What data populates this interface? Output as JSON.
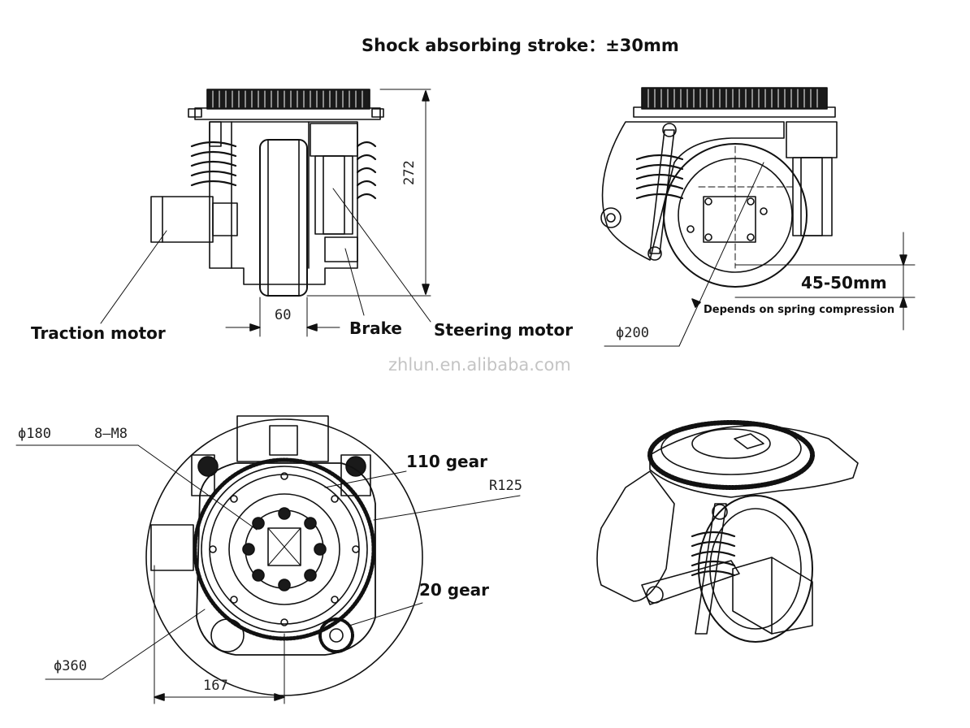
{
  "title": "Shock absorbing stroke：±30mm",
  "watermark": "zhlun.en.alibaba.com",
  "side_view": {
    "label_traction_motor": "Traction motor",
    "label_brake": "Brake",
    "label_steering_motor": "Steering motor",
    "dim_height": "272",
    "dim_width": "60"
  },
  "front_view": {
    "dim_height_range": "45-50mm",
    "note": "Depends on spring compression",
    "dim_diameter": "ϕ200"
  },
  "top_view": {
    "dim_inner_diameter": "ϕ180",
    "dim_bolts": "8—M8",
    "label_110_gear": "110 gear",
    "dim_radius": "R125",
    "label_20_gear": "20 gear",
    "dim_outer_diameter": "ϕ360",
    "dim_offset": "167"
  },
  "iso_view": {}
}
